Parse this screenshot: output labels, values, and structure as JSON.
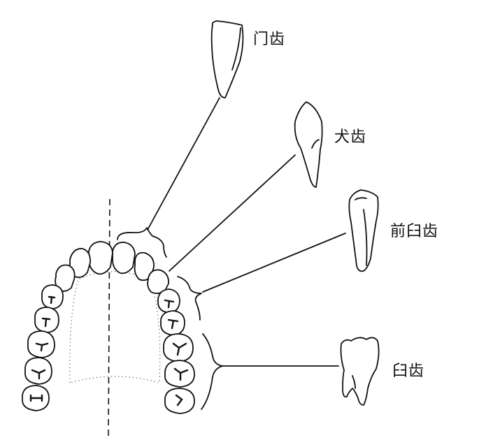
{
  "labels": {
    "incisor": "门齿",
    "canine": "犬齿",
    "premolar": "前臼齿",
    "molar": "臼齿"
  }
}
